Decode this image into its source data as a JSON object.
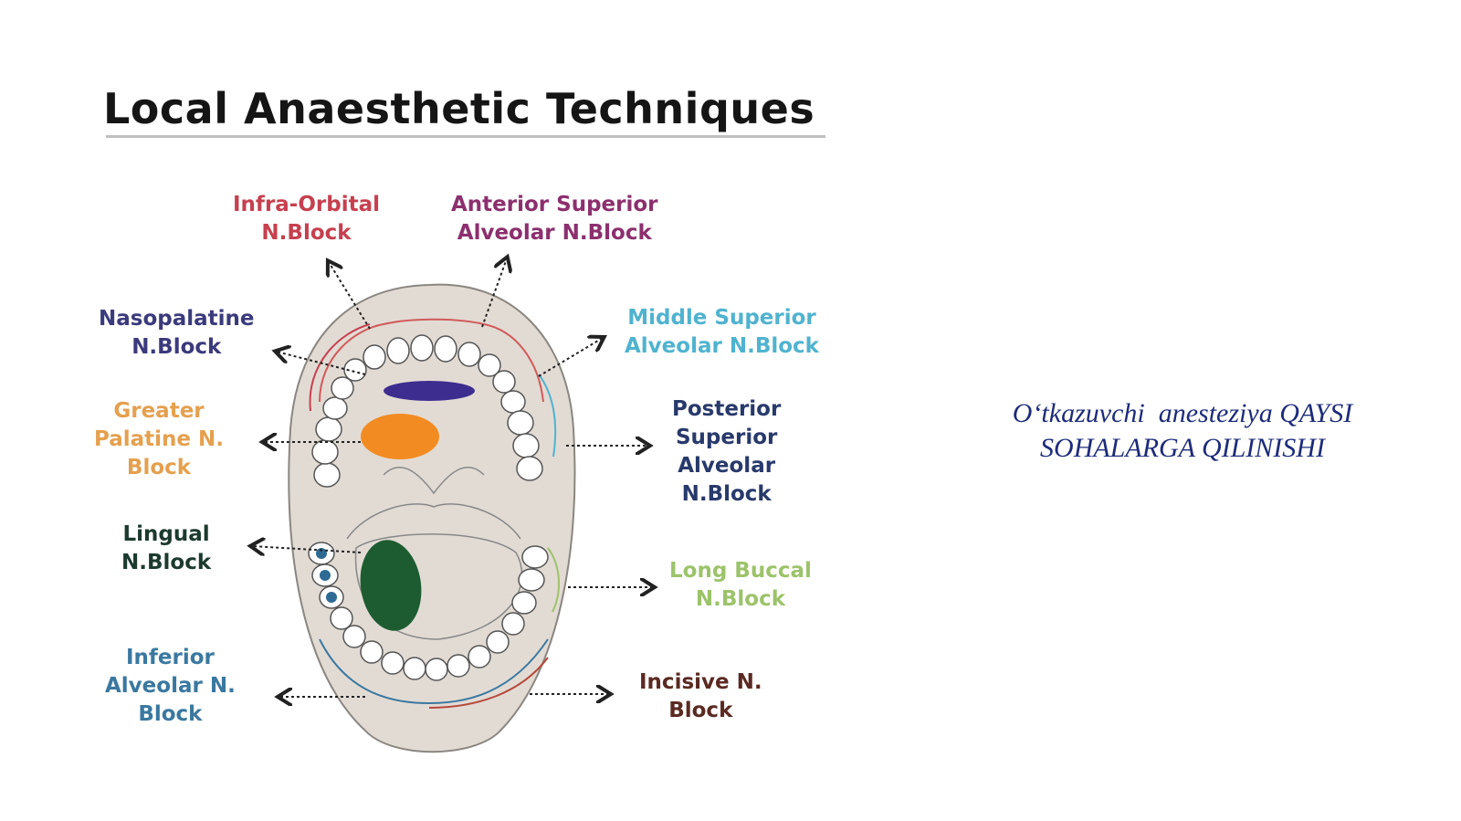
{
  "title": "Local Anaesthetic Techniques",
  "labels": {
    "infra_orbital": {
      "line1": "Infra-Orbital",
      "line2": "N.Block",
      "color": "#c6404f"
    },
    "anterior_superior": {
      "line1": "Anterior Superior",
      "line2": "Alveolar N.Block",
      "color": "#8c2f6e"
    },
    "nasopalatine": {
      "line1": "Nasopalatine",
      "line2": "N.Block",
      "color": "#3b3a7c"
    },
    "middle_superior": {
      "line1": "Middle Superior",
      "line2": "Alveolar N.Block",
      "color": "#4fb3cf"
    },
    "greater_palatine": {
      "line1": "Greater",
      "line2": "Palatine N.",
      "line3": "Block",
      "color": "#e5a04f"
    },
    "posterior_superior": {
      "line1": "Posterior",
      "line2": "Superior",
      "line3": "Alveolar",
      "line4": "N.Block",
      "color": "#28396b"
    },
    "lingual": {
      "line1": "Lingual",
      "line2": "N.Block",
      "color": "#1c3a2e"
    },
    "long_buccal": {
      "line1": "Long Buccal",
      "line2": "N.Block",
      "color": "#9cc36a"
    },
    "inferior_alveolar": {
      "line1": "Inferior",
      "line2": "Alveolar N.",
      "line3": "Block",
      "color": "#3a78a0"
    },
    "incisive": {
      "line1": "Incisive N.",
      "line2": "Block",
      "color": "#5a2a22"
    }
  },
  "side_note": {
    "line1": "O‘tkazuvchi  anesteziya QAYSI",
    "line2": "SOHALARGA QILINISHI"
  },
  "colors": {
    "mouth_fill": "#e2dbd4",
    "nasopalatine_spot": "#3d2d8f",
    "palatine_spot": "#f28b22",
    "lingual_spot": "#1d5c31"
  }
}
